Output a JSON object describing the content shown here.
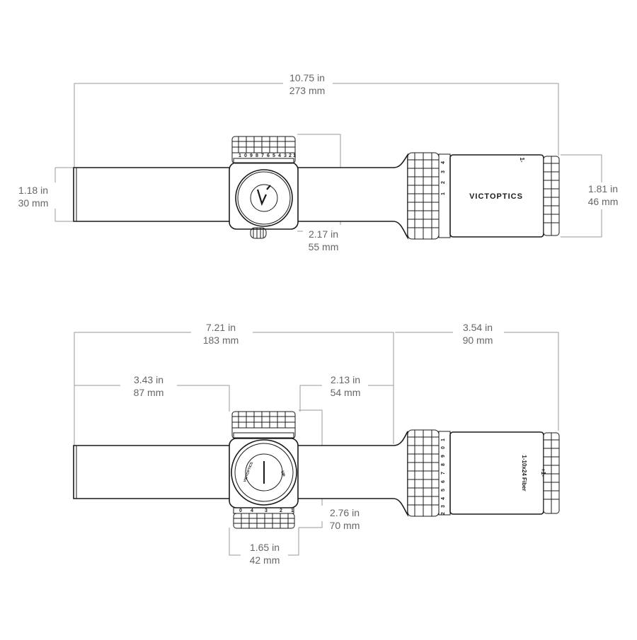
{
  "top_view": {
    "overall_length": {
      "in": "10.75 in",
      "mm": "273 mm"
    },
    "tube_diameter": {
      "in": "1.18 in",
      "mm": "30 mm"
    },
    "turret_height": {
      "in": "2.17 in",
      "mm": "55 mm"
    },
    "objective_diameter": {
      "in": "1.81 in",
      "mm": "46 mm"
    },
    "brand": "VICTOPTICS",
    "side_mark": "1-",
    "power_ring_ticks": [
      "1",
      "2",
      "3",
      "4"
    ],
    "elevation_ticks": [
      "1",
      "0",
      "9",
      "8",
      "7",
      "6",
      "5",
      "4",
      "3",
      "2",
      "1"
    ]
  },
  "side_view": {
    "front_section": {
      "in": "7.21 in",
      "mm": "183 mm"
    },
    "rear_section": {
      "in": "3.54 in",
      "mm": "90 mm"
    },
    "front_to_turret": {
      "in": "3.43 in",
      "mm": "87 mm"
    },
    "turret_to_ring": {
      "in": "2.13 in",
      "mm": "54 mm"
    },
    "turret_height": {
      "in": "2.76 in",
      "mm": "70 mm"
    },
    "turret_width": {
      "in": "1.65 in",
      "mm": "42 mm"
    },
    "model": "1-10x24 Fiber",
    "side_mark": "+1-",
    "power_ring_ticks": [
      "1",
      "0",
      "9",
      "8",
      "7",
      "6",
      "5",
      "4",
      "3",
      "2"
    ],
    "bottom_ticks": [
      "0",
      "4",
      "3",
      "2",
      "1"
    ],
    "cap_label_left": "VICTOPTICS",
    "cap_label_right": "UP"
  }
}
